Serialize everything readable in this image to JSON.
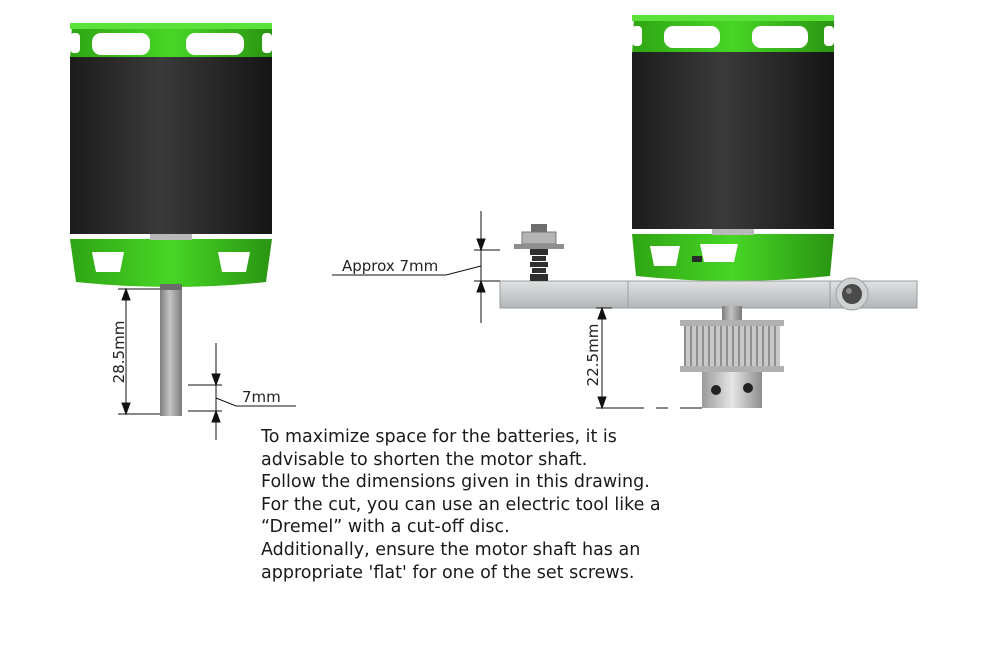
{
  "dimensions": {
    "left_shaft_length": "28.5mm",
    "left_flat_length": "7mm",
    "right_clearance": "Approx 7mm",
    "right_pulley_depth": "22.5mm"
  },
  "instructions": [
    "To maximize space for the batteries, it is advisable to shorten the motor shaft.",
    "Follow the dimensions given in this drawing. For the cut, you can use an electric tool like a “Dremel” with a cut-off disc.",
    "Additionally, ensure the motor shaft has an appropriate 'flat' for one of the set screws."
  ],
  "colors": {
    "motor_green": "#3fc41f",
    "motor_green_dark": "#2a8f12",
    "motor_can": "#2b2b2b",
    "shaft": "#9a9a9a",
    "plate": "#c9cccd"
  }
}
